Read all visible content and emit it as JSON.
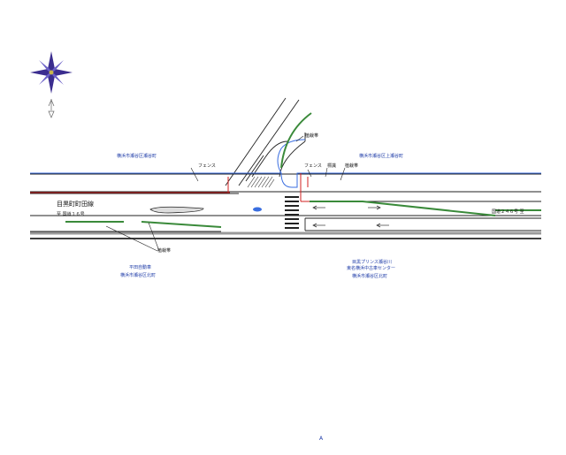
{
  "labels": {
    "district_top_left": "横浜市瀬谷区瀬谷町",
    "district_top_right": "横浜市瀬谷区上瀬谷町",
    "district_bottom_right": "横浜市瀬谷区北町",
    "district_bottom_left": "横浜市瀬谷区北町",
    "facility_bottom_left": "平田自動車",
    "facility_bottom_right_line1": "目黒プリンス瀬谷川",
    "facility_bottom_right_line2": "東名横浜中古車センター",
    "town_left": "目黒町町田線",
    "route_left": "至  国道１６号",
    "route_right": "国道２４６号  至",
    "fence_left": "フェンス",
    "fence_right": "フェンス",
    "hedge_top": "植栽帯",
    "hedge_right": "植栽帯",
    "hedge_bottom": "植栽帯",
    "sign": "標識",
    "page_number": "A"
  },
  "colors": {
    "road": "#222222",
    "waterline": "#3a6ee0",
    "greenbelt": "#3a8a3a",
    "fence": "#d21f1f",
    "compass": "#3b2d8f",
    "label_blue": "#1f3ca8"
  },
  "icons": {
    "compass": "compass-rose-icon",
    "north_marker": "north-arrow-icon"
  }
}
